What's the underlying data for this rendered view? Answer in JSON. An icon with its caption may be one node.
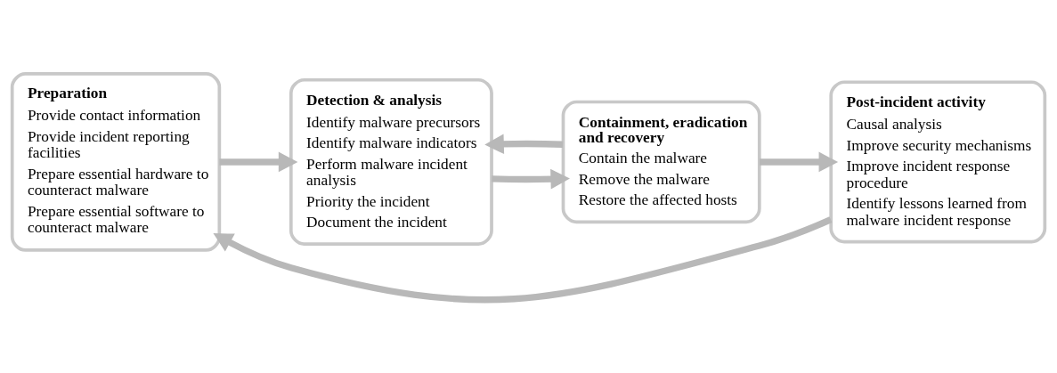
{
  "diagram": {
    "nodes": [
      {
        "text": [
          "Preparation",
          "Provide contact information",
          "Provide incident reporting facilities",
          "Prepare essential hardware to counteract malware",
          "Prepare essential software to counteract malware"
        ]
      },
      {
        "text": [
          "Detection & analysis",
          "Identify malware precursors",
          "Identify malware indicators",
          "Perform malware incident analysis",
          "Priority the incident",
          "Document the incident"
        ]
      },
      {
        "text": [
          "Containment, eradication and recovery",
          "Contain the malware",
          "Remove the malware",
          "Restore the affected hosts"
        ]
      },
      {
        "text": [
          "Post-incident activity",
          "Causal analysis",
          "Improve security mechanisms",
          "Improve incident response procedure",
          "Identify lessons learned from malware incident response"
        ]
      }
    ],
    "edges": [
      {
        "from": 0,
        "to": 1,
        "arrow": "to"
      },
      {
        "from": 1,
        "to": 2,
        "arrow": "to"
      },
      {
        "from": 2,
        "to": 1,
        "arrow": "to"
      },
      {
        "from": 2,
        "to": 3,
        "arrow": "to"
      },
      {
        "from": 3,
        "to": 0,
        "arrow": "to"
      }
    ]
  }
}
